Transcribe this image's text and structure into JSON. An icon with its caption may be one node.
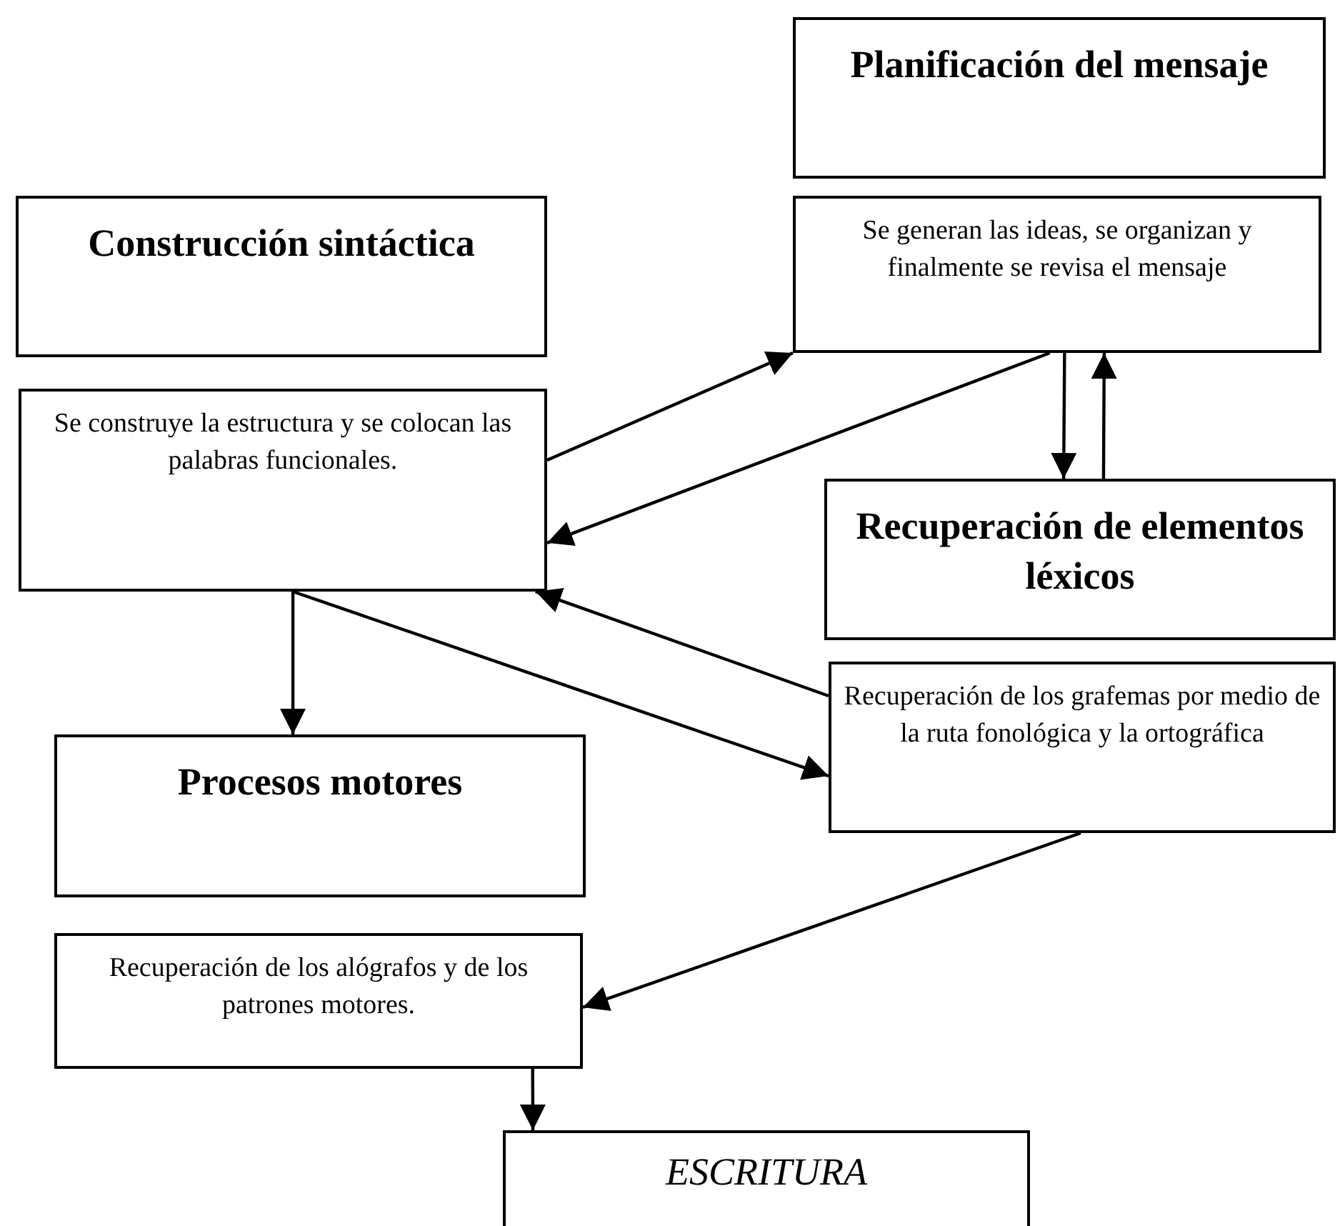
{
  "diagram": {
    "nodes": [
      {
        "text": [
          "Planificación del mensaje"
        ]
      },
      {
        "text": [
          "Se generan las ideas, se organizan y finalmente se revisa el mensaje"
        ]
      },
      {
        "text": [
          "Construcción sintáctica"
        ]
      },
      {
        "text": [
          "Se construye la estructura y se colocan las palabras funcionales."
        ]
      },
      {
        "text": [
          "Recuperación de elementos léxicos"
        ]
      },
      {
        "text": [
          "Recuperación de los grafemas por medio de la ruta fonológica y la ortográfica"
        ]
      },
      {
        "text": [
          "Procesos motores"
        ]
      },
      {
        "text": [
          "Recuperación de los alógrafos y de los patrones motores."
        ]
      },
      {
        "text": [
          "ESCRITURA"
        ]
      }
    ],
    "edges": [
      {
        "from": 3,
        "to": 1,
        "arrow": "to"
      },
      {
        "from": 1,
        "to": 3,
        "arrow": "to"
      },
      {
        "from": 1,
        "to": 4,
        "arrow": "to"
      },
      {
        "from": 4,
        "to": 1,
        "arrow": "to"
      },
      {
        "from": 5,
        "to": 3,
        "arrow": "to"
      },
      {
        "from": 3,
        "to": 5,
        "arrow": "to"
      },
      {
        "from": 3,
        "to": 6,
        "arrow": "to"
      },
      {
        "from": 5,
        "to": 7,
        "arrow": "to"
      },
      {
        "from": 7,
        "to": 8,
        "arrow": "to"
      }
    ]
  }
}
